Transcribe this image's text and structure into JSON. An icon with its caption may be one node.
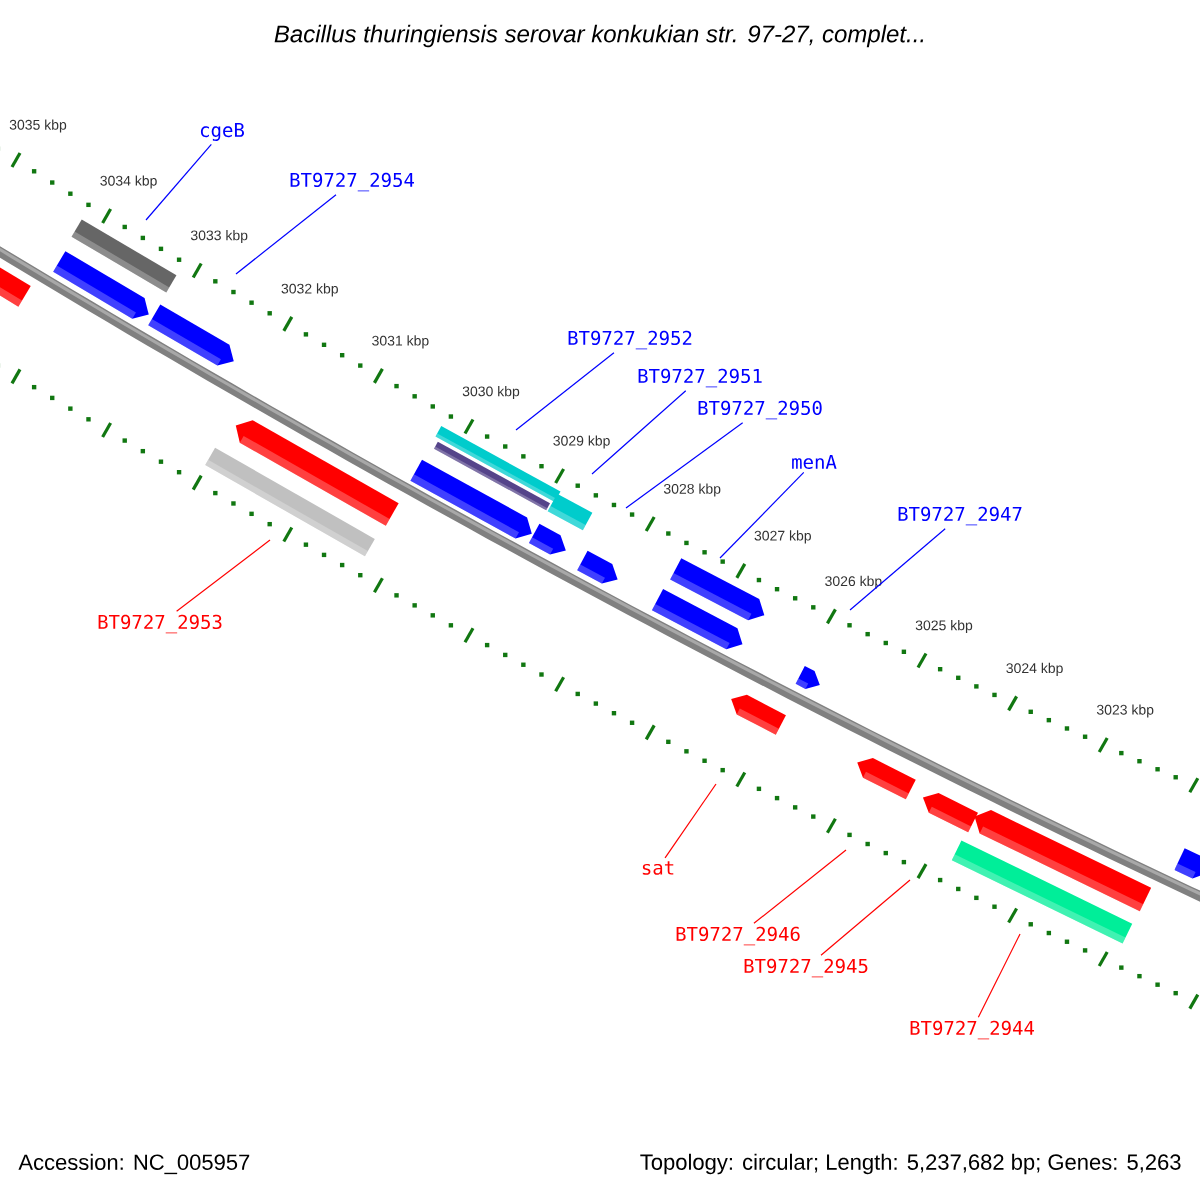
{
  "diagram": {
    "title": "Bacillus thuringiensis serovar konkukian str. 97-27, complet...",
    "nodes": [
      {
        "text": [
          "cgeB"
        ]
      },
      {
        "text": [
          "BT9727_2954"
        ]
      },
      {
        "text": [
          "BT9727_2952"
        ]
      },
      {
        "text": [
          "BT9727_2951"
        ]
      },
      {
        "text": [
          "BT9727_2950"
        ]
      },
      {
        "text": [
          "menA"
        ]
      },
      {
        "text": [
          "BT9727_2947"
        ]
      },
      {
        "text": [
          "BT9727_2953"
        ]
      },
      {
        "text": [
          "sat"
        ]
      },
      {
        "text": [
          "BT9727_2946"
        ]
      },
      {
        "text": [
          "BT9727_2945"
        ]
      },
      {
        "text": [
          "BT9727_2944"
        ]
      }
    ],
    "edges": [
      {
        "from": 0,
        "to": null,
        "arrow": "none"
      },
      {
        "from": 1,
        "to": null,
        "arrow": "none"
      },
      {
        "from": 2,
        "to": null,
        "arrow": "none"
      },
      {
        "from": 3,
        "to": null,
        "arrow": "none"
      },
      {
        "from": 4,
        "to": null,
        "arrow": "none"
      },
      {
        "from": 5,
        "to": null,
        "arrow": "none"
      },
      {
        "from": 6,
        "to": null,
        "arrow": "none"
      },
      {
        "from": 7,
        "to": null,
        "arrow": "none",
        "color": "#ff0000"
      },
      {
        "from": 8,
        "to": null,
        "arrow": "none",
        "color": "#ff0000"
      },
      {
        "from": 9,
        "to": null,
        "arrow": "none",
        "color": "#ff0000"
      },
      {
        "from": 10,
        "to": null,
        "arrow": "none",
        "color": "#ff0000"
      },
      {
        "from": 11,
        "to": null,
        "arrow": "none",
        "color": "#ff0000"
      }
    ],
    "labels": [
      "3035 kbp",
      "3034 kbp",
      "3033 kbp",
      "3032 kbp",
      "3031 kbp",
      "3030 kbp",
      "3029 kbp",
      "3028 kbp",
      "3027 kbp",
      "3026 kbp",
      "3025 kbp",
      "3024 kbp",
      "3023 kbp",
      "Accession: NC_005957",
      "Topology: circular; Length: 5,237,682 bp; Genes: 5,263"
    ]
  }
}
